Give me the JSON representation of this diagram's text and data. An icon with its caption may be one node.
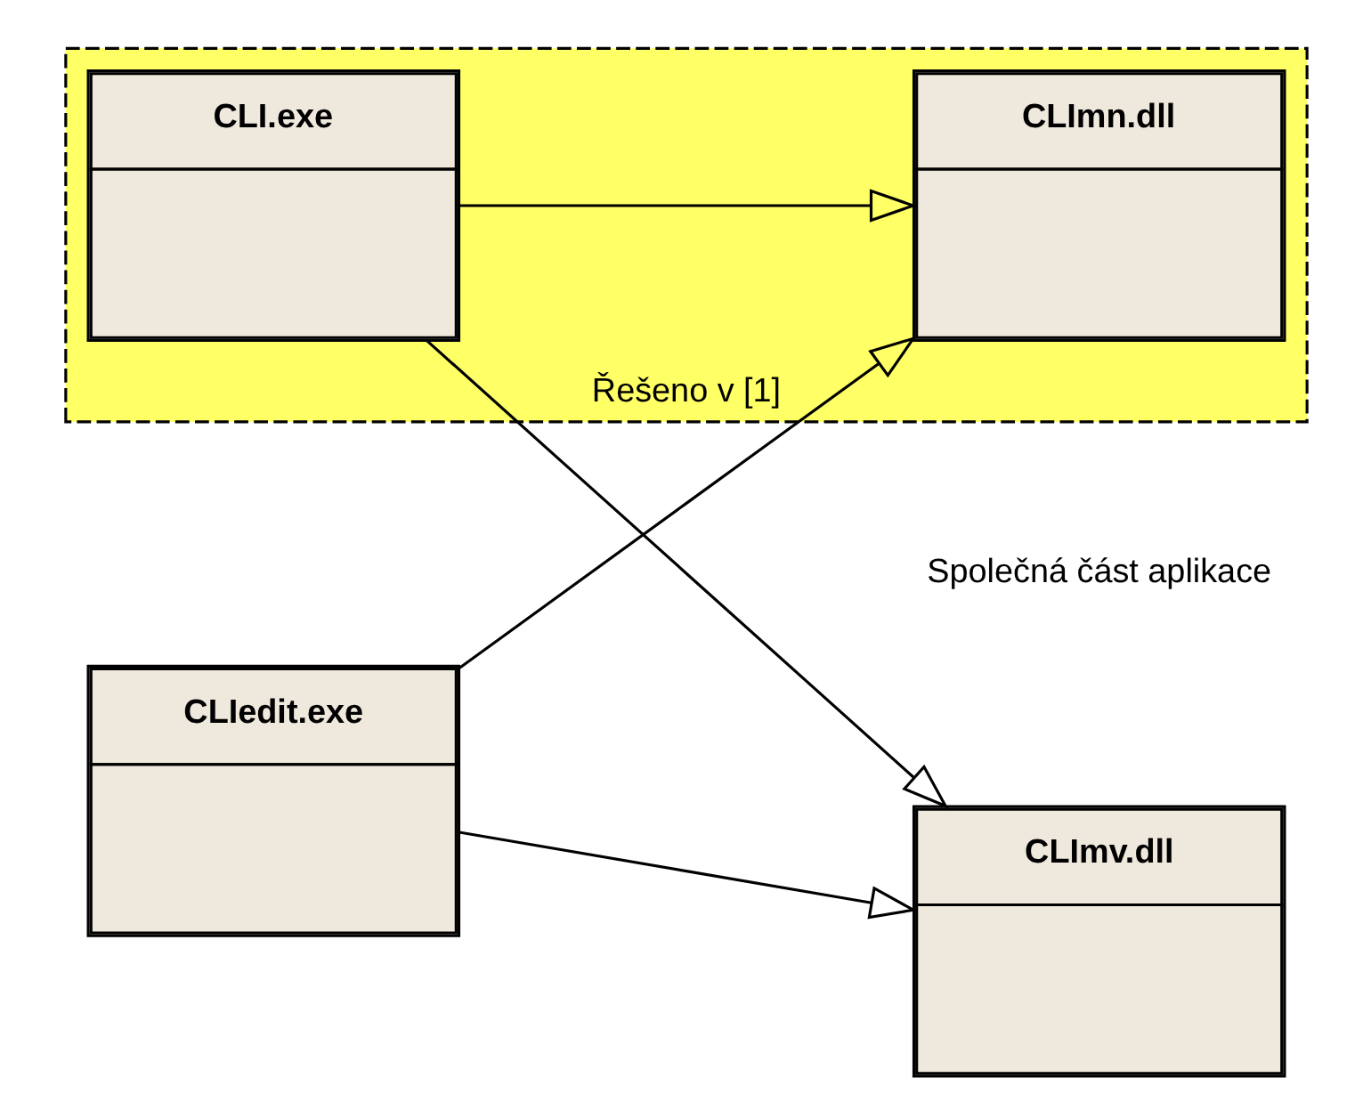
{
  "diagram": {
    "nodes": [
      {
        "text": [
          "CLIedit.exe"
        ]
      },
      {
        "text": [
          "CLImv.dll"
        ]
      },
      {
        "text": [
          "Řešeno v [1]"
        ]
      },
      {
        "text": [
          "CLI.exe"
        ],
        "in": 2
      },
      {
        "text": [
          "CLImn.dll"
        ],
        "in": 2
      }
    ],
    "edges": [
      {
        "from": 0,
        "to": 1,
        "arrow": "to"
      },
      {
        "from": 0,
        "to": 4,
        "arrow": "to"
      },
      {
        "from": 3,
        "to": 1,
        "arrow": "to"
      },
      {
        "from": 3,
        "to": 4,
        "arrow": "to"
      }
    ],
    "labels": [
      "Společná část aplikace"
    ]
  }
}
